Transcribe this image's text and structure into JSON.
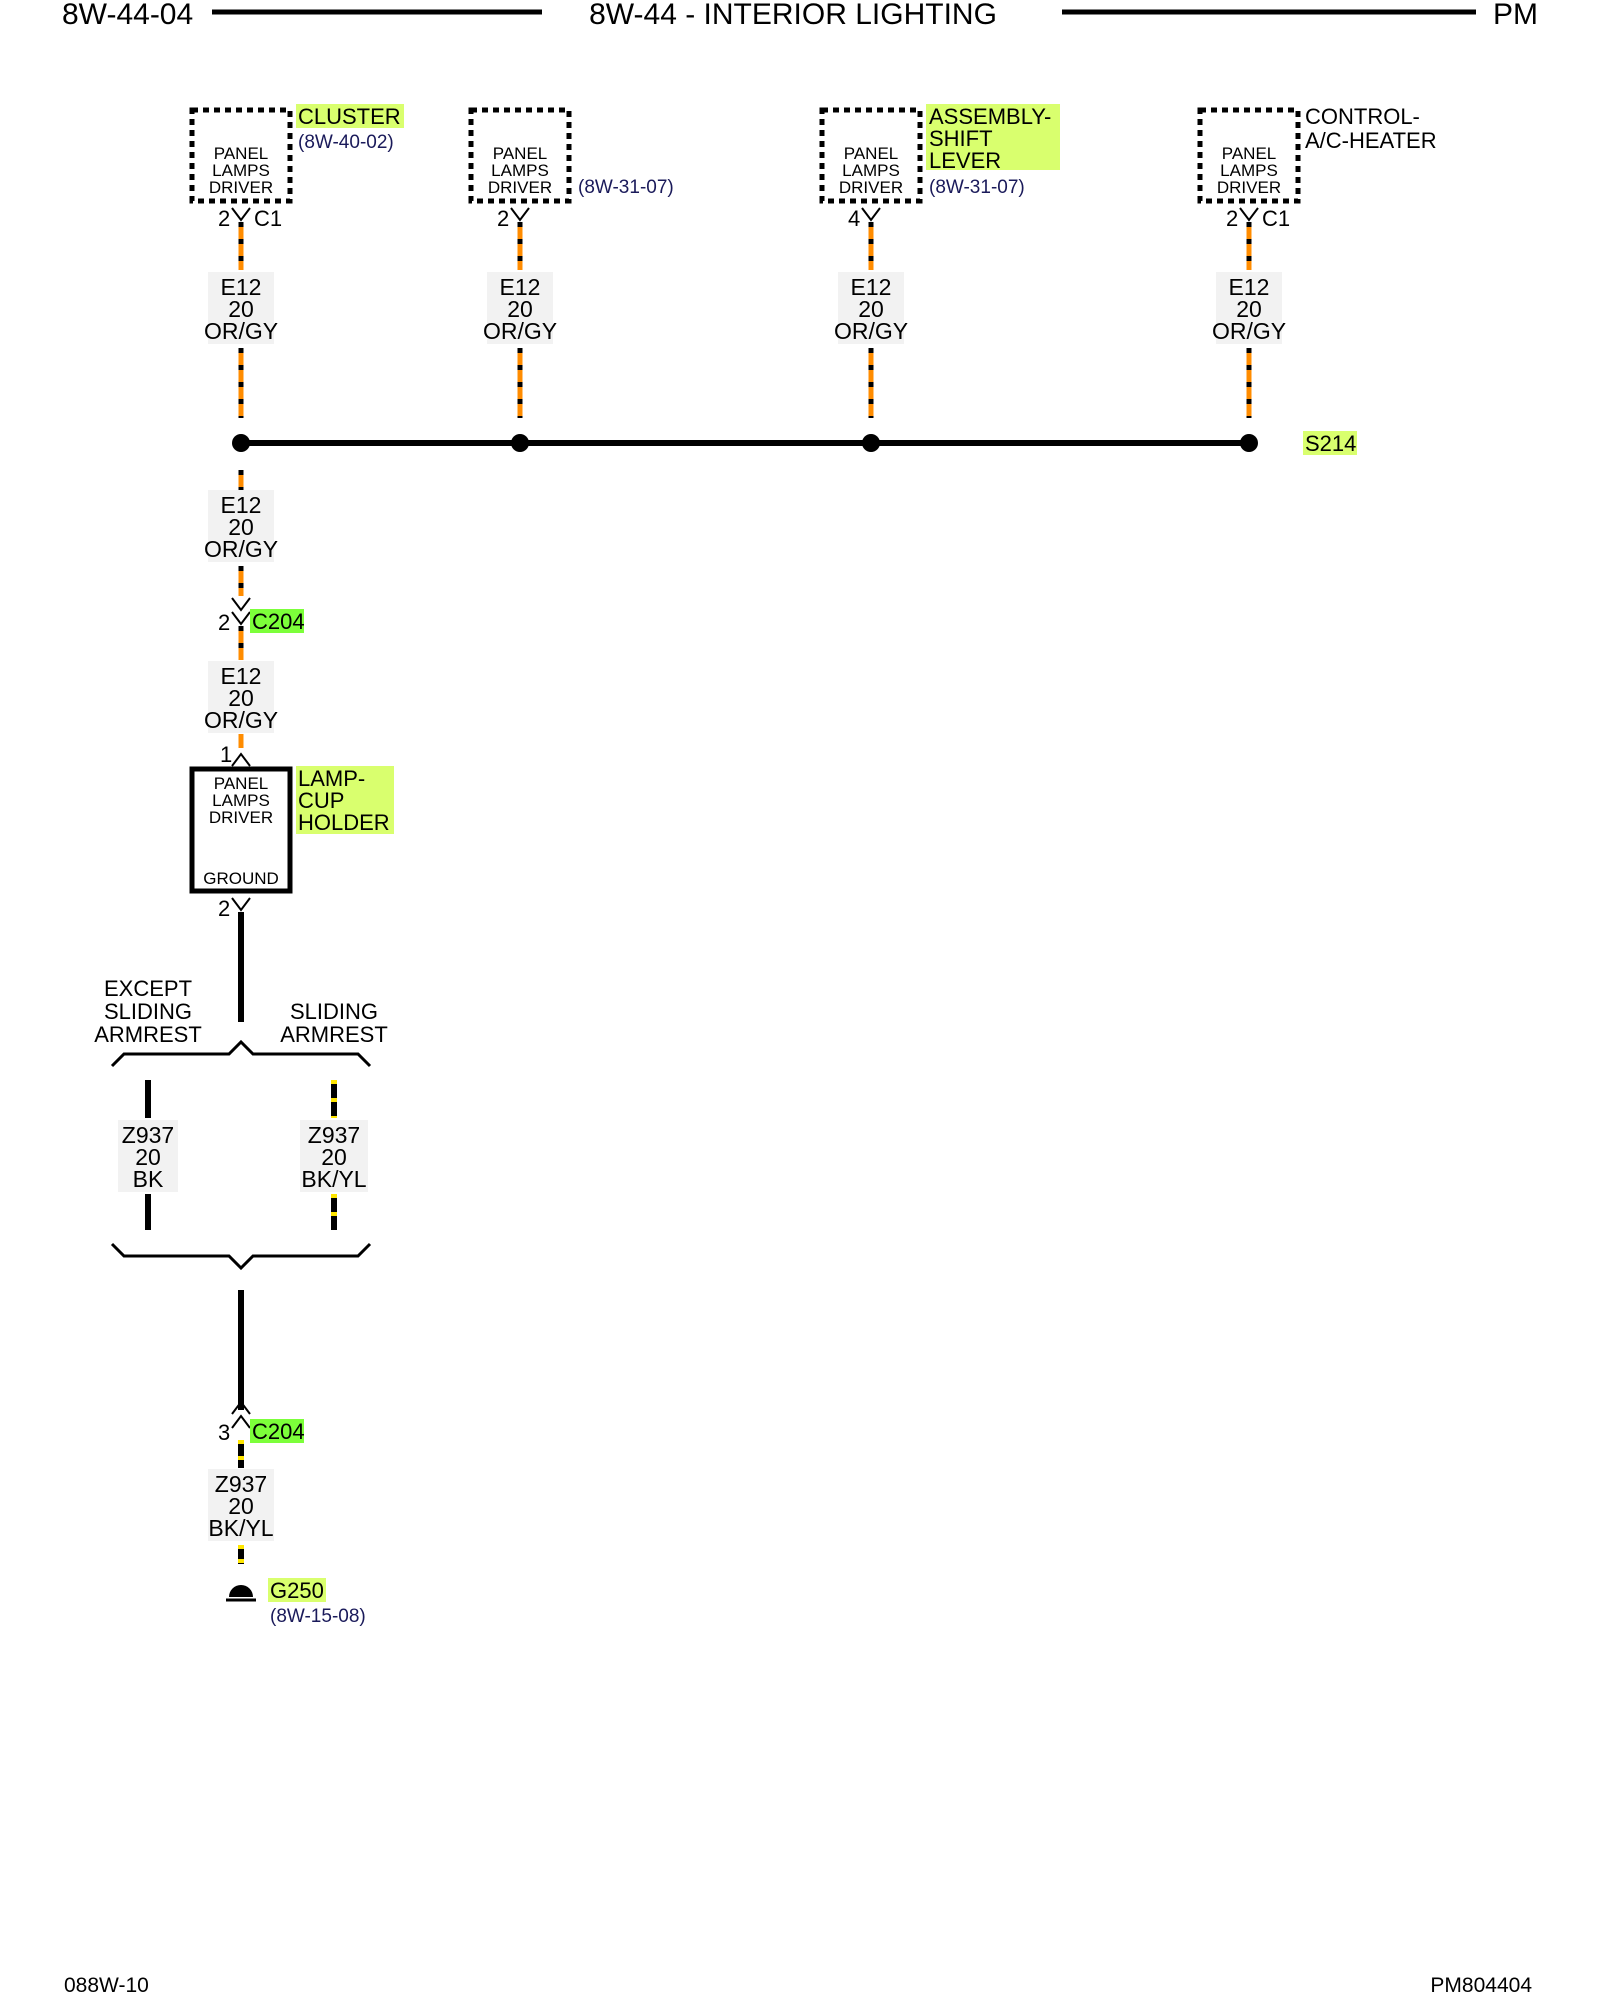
{
  "header": {
    "left": "8W-44-04",
    "title": "8W-44 - INTERIOR LIGHTING",
    "right": "PM"
  },
  "footer": {
    "left": "088W-10",
    "right": "PM804404"
  },
  "colors": {
    "highlight_yellow": "#d9ff6e",
    "highlight_green": "#7cff3a",
    "wire_orange": "#ff8c00",
    "wire_yellow": "#ffe600",
    "ref_text": "#1a1a5a"
  },
  "modules": [
    {
      "name": "CLUSTER",
      "name_lines": [
        "CLUSTER"
      ],
      "ref": "(8W-40-02)",
      "box_lines": [
        "PANEL",
        "LAMPS",
        "DRIVER"
      ],
      "pin": "2",
      "connector": "C1",
      "wire": {
        "circuit": "E12",
        "gauge": "20",
        "color": "OR/GY"
      }
    },
    {
      "name": "",
      "name_lines": [],
      "ref": "(8W-31-07)",
      "box_lines": [
        "PANEL",
        "LAMPS",
        "DRIVER"
      ],
      "pin": "2",
      "connector": "",
      "wire": {
        "circuit": "E12",
        "gauge": "20",
        "color": "OR/GY"
      }
    },
    {
      "name": "ASSEMBLY-SHIFT LEVER",
      "name_lines": [
        "ASSEMBLY-",
        "SHIFT",
        "LEVER"
      ],
      "ref": "(8W-31-07)",
      "box_lines": [
        "PANEL",
        "LAMPS",
        "DRIVER"
      ],
      "pin": "4",
      "connector": "",
      "wire": {
        "circuit": "E12",
        "gauge": "20",
        "color": "OR/GY"
      }
    },
    {
      "name": "CONTROL-A/C-HEATER",
      "name_lines": [
        "CONTROL-",
        "A/C-HEATER"
      ],
      "ref": "",
      "box_lines": [
        "PANEL",
        "LAMPS",
        "DRIVER"
      ],
      "pin": "2",
      "connector": "C1",
      "wire": {
        "circuit": "E12",
        "gauge": "20",
        "color": "OR/GY"
      }
    }
  ],
  "splice": {
    "name": "S214"
  },
  "feed_wire_1": {
    "circuit": "E12",
    "gauge": "20",
    "color": "OR/GY"
  },
  "connector_c204_top": {
    "pin": "2",
    "name": "C204"
  },
  "feed_wire_2": {
    "circuit": "E12",
    "gauge": "20",
    "color": "OR/GY"
  },
  "lamp": {
    "name_lines": [
      "LAMP-",
      "CUP",
      "HOLDER"
    ],
    "box_lines": [
      "PANEL",
      "LAMPS",
      "DRIVER"
    ],
    "ground_label": "GROUND",
    "pin_in": "1",
    "pin_out": "2"
  },
  "options": {
    "left": [
      "EXCEPT",
      "SLIDING",
      "ARMREST"
    ],
    "right": [
      "SLIDING",
      "ARMREST"
    ]
  },
  "option_wires": {
    "left": {
      "circuit": "Z937",
      "gauge": "20",
      "color": "BK"
    },
    "right": {
      "circuit": "Z937",
      "gauge": "20",
      "color": "BK/YL"
    }
  },
  "connector_c204_bottom": {
    "pin": "3",
    "name": "C204"
  },
  "ground_wire": {
    "circuit": "Z937",
    "gauge": "20",
    "color": "BK/YL"
  },
  "ground": {
    "name": "G250",
    "ref": "(8W-15-08)"
  }
}
